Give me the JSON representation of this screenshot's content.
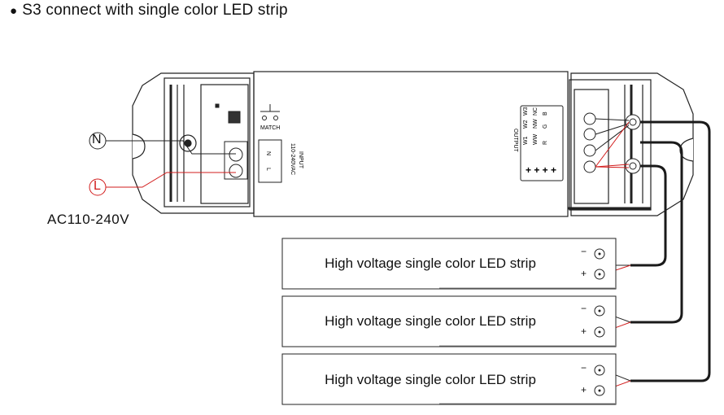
{
  "title": "S3 connect with single color LED strip",
  "bullet": "●",
  "supply_voltage": "AC110-240V",
  "terminal_n": "N",
  "terminal_l": "L",
  "controller": {
    "match_label": "MATCH",
    "input_label": "INPUT",
    "input_voltage": "110-240VAC",
    "input_n": "N",
    "input_l": "L",
    "output_label": "OUTPUT",
    "output_cols": [
      [
        "W1",
        "W2",
        "W3"
      ],
      [
        "WW",
        "NW",
        "NC"
      ],
      [
        "R",
        "G",
        "B"
      ]
    ],
    "output_plus": "+ + + +"
  },
  "strips": [
    {
      "label": "High voltage single color LED strip",
      "minus": "−",
      "plus": "+"
    },
    {
      "label": "High voltage single color LED strip",
      "minus": "−",
      "plus": "+"
    },
    {
      "label": "High voltage single color LED strip",
      "minus": "−",
      "plus": "+"
    }
  ],
  "colors": {
    "line": "#222222",
    "red": "#d21c1c",
    "cable": "#1a1a1a"
  }
}
